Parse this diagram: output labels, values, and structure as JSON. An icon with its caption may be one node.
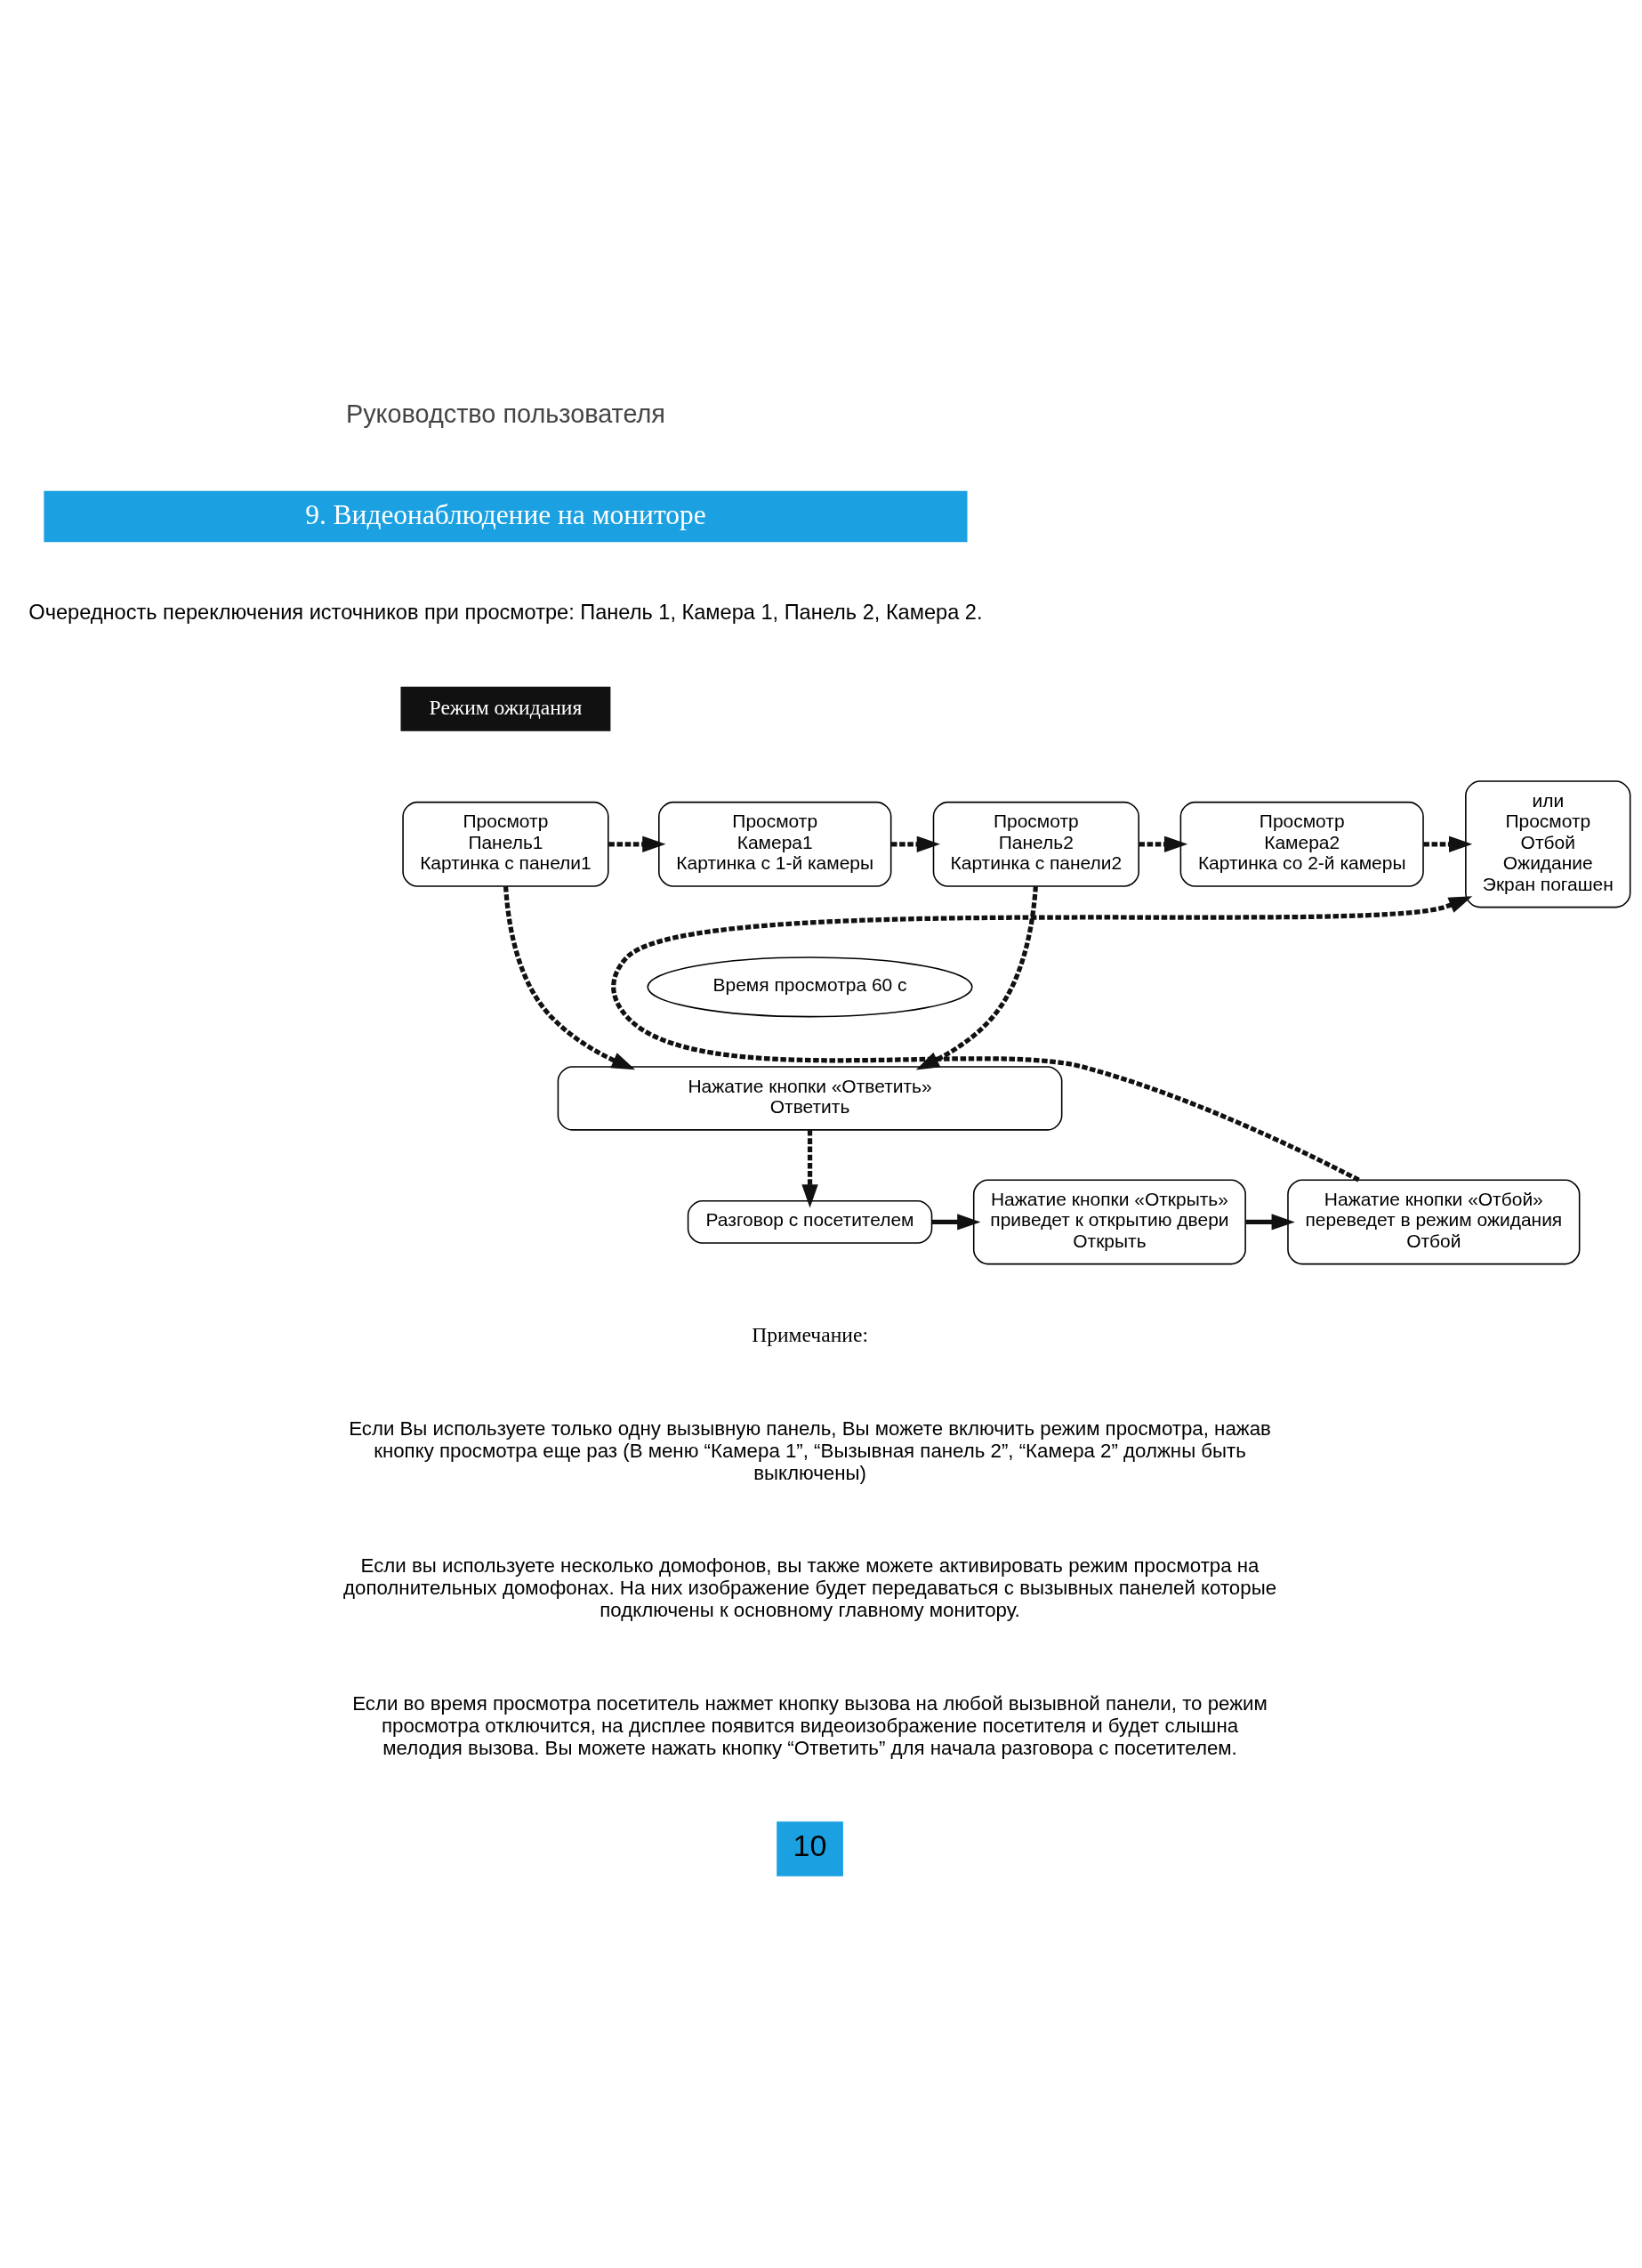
{
  "diagram": {
    "nodes": [
      {
        "text": [
          "Просмотр",
          "Панель1",
          "Картинка с панели1"
        ]
      },
      {
        "text": [
          "Просмотр",
          "Камера1",
          "Картинка с 1-й камеры"
        ]
      },
      {
        "text": [
          "Просмотр",
          "Панель2",
          "Картинка с панели2"
        ]
      },
      {
        "text": [
          "Просмотр",
          "Камера2",
          "Картинка со 2-й камеры"
        ]
      },
      {
        "text": [
          "или",
          "Просмотр",
          "Отбой",
          "Ожидание",
          "Экран погашен"
        ]
      },
      {
        "text": [
          "Время просмотра 60 с"
        ]
      },
      {
        "text": [
          "Нажатие кнопки «Ответить»",
          "Ответить"
        ]
      },
      {
        "text": [
          "Разговор с посетителем"
        ]
      },
      {
        "text": [
          "Нажатие кнопки «Открыть» приведет к открытию двери",
          "Открыть"
        ]
      },
      {
        "text": [
          "Нажатие кнопки «Отбой» переведет в режим ожидания",
          "Отбой"
        ]
      }
    ],
    "edges": [
      {
        "from": 0,
        "to": 1,
        "arrow": "to",
        "style": "dashed"
      },
      {
        "from": 1,
        "to": 2,
        "arrow": "to",
        "style": "dashed"
      },
      {
        "from": 2,
        "to": 3,
        "arrow": "to",
        "style": "dashed"
      },
      {
        "from": 3,
        "to": 4,
        "arrow": "to",
        "style": "dashed"
      },
      {
        "from": 0,
        "to": 6,
        "arrow": "to",
        "style": "dashed"
      },
      {
        "from": 2,
        "to": 6,
        "arrow": "to",
        "style": "dashed"
      },
      {
        "from": 6,
        "to": 7,
        "arrow": "to",
        "style": "dashed"
      },
      {
        "from": 7,
        "to": 8,
        "arrow": "to"
      },
      {
        "from": 8,
        "to": 9,
        "arrow": "to"
      },
      {
        "from": 9,
        "to": 4,
        "arrow": "to",
        "style": "dashed"
      }
    ],
    "labels": [
      "Руководство пользователя",
      "9. Видеонаблюдение на мониторе",
      "Очередность переключения источников при просмотре: Панель 1, Камера 1, Панель 2, Камера 2.",
      "Режим ожидания",
      "Примечание:",
      "Если Вы используете только одну вызывную панель, Вы можете включить режим просмотра, нажав кнопку просмотра еще раз (В меню “Камера 1”, “Вызывная панель 2”, “Камера 2” должны быть выключены)",
      "Если вы используете несколько домофонов, вы также можете активировать режим просмотра на дополнительных домофонах. На них изображение будет передаваться с вызывных панелей которые подключены к основному главному монитору.",
      "Если во время просмотра посетитель нажмет кнопку вызова на любой вызывной панели, то режим просмотра отключится, на дисплее появится видеоизображение посетителя и будет слышна мелодия вызова. Вы можете нажать кнопку “Ответить” для начала разговора с посетителем.",
      "10"
    ]
  }
}
